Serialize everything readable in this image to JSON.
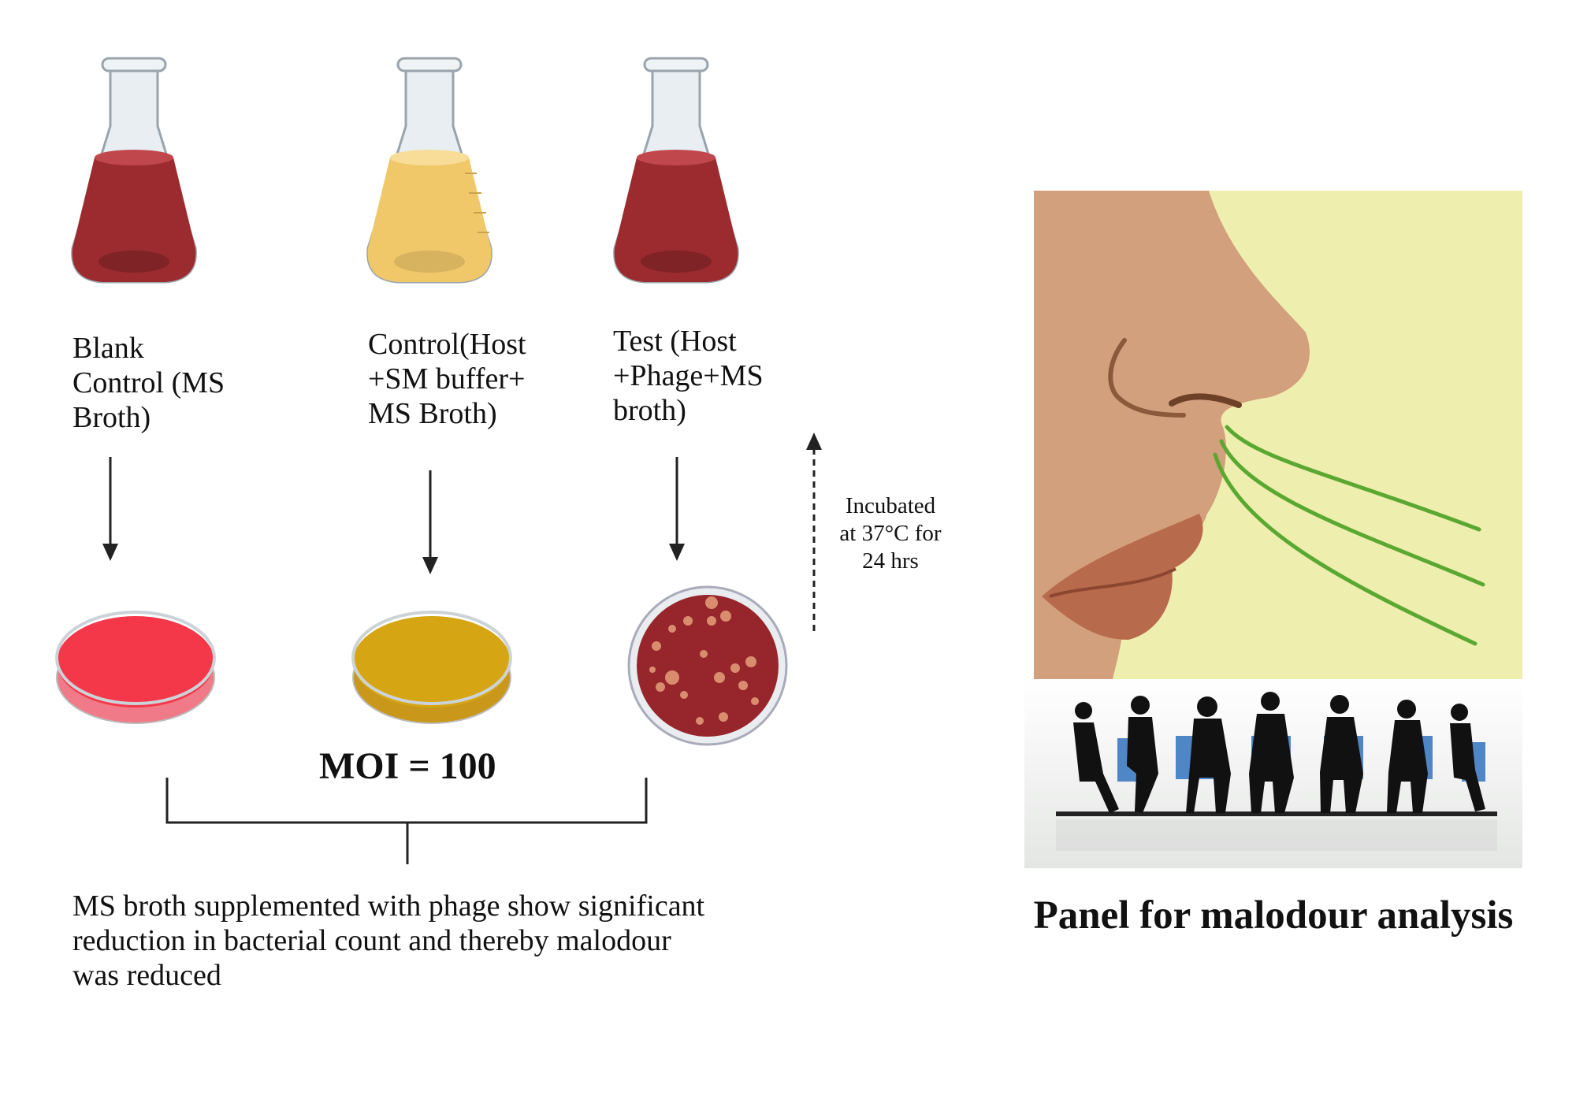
{
  "flasks": [
    {
      "label": "Blank\nControl (MS\nBroth)",
      "color": "#9b2b2f"
    },
    {
      "label": "Control(Host\n+SM buffer+\nMS Broth)",
      "color": "#f0c86a"
    },
    {
      "label": "Test (Host\n+Phage+MS\nbroth)",
      "color": "#9b2b2f"
    }
  ],
  "plates": [
    {
      "color": "#f4384a"
    },
    {
      "color": "#d5a514"
    },
    {
      "color": "#96262c"
    }
  ],
  "incubation_text": "Incubated\nat 37°C for\n24 hrs",
  "moi_text": "MOI = 100",
  "conclusion_text": "MS broth supplemented with phage show significant\nreduction in bacterial count and thereby malodour\nwas reduced",
  "panel_title": "Panel for malodour analysis",
  "colors": {
    "skin": "#d2a07c",
    "background_yellow": "#eeeeae",
    "odour_green": "#5aa832",
    "chair_blue": "#4f86c6"
  },
  "icons": [
    "flask-icon",
    "petri-dish-icon",
    "nose-smelling-icon",
    "panel-people-icon"
  ]
}
